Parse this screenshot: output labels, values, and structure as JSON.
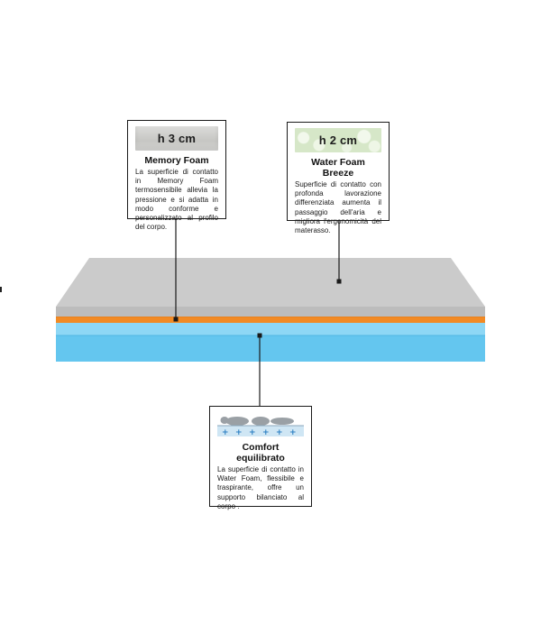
{
  "layers": [
    {
      "id": "water_foam_breeze",
      "swatch_label": "h 2 cm",
      "title": "Water Foam Breeze",
      "description": "Superficie di contatto con profonda lavorazione differenziata aumenta il passaggio dell'aria e migliora l'ergonomicità del materasso."
    },
    {
      "id": "memory_foam",
      "swatch_label": "h 3 cm",
      "title": "Memory Foam",
      "description": "La superficie di contatto in Memory Foam termosensibile allevia la pressione e si adatta in modo conforme e personalizzato al profilo del corpo."
    },
    {
      "id": "comfort",
      "swatch_label": "",
      "title": "Comfort equilibrato",
      "description": "La superficie di contatto in Water Foam, flessibile e traspirante, offre un supporto bilanciato al corpo ."
    }
  ],
  "colors": {
    "top_layer": "#c9c9c9",
    "top_layer_side": "#b9b9b9",
    "memory_layer": "#f28c28",
    "base_layer": "#66c8f0",
    "base_layer_light": "#8fd8f5",
    "outline": "#1a1a1a"
  },
  "icons": {
    "comfort": "body-on-support-icon"
  }
}
